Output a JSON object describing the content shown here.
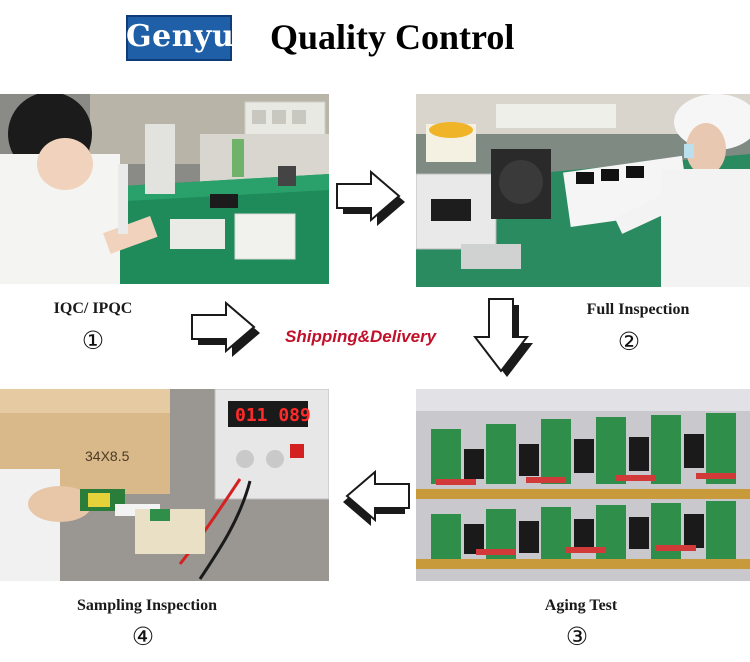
{
  "header": {
    "logo_text": "Genyu",
    "title": "Quality Control"
  },
  "steps": [
    {
      "label": "IQC/ IPQC",
      "number": "①"
    },
    {
      "label": "Full Inspection",
      "number": "②"
    },
    {
      "label": "Aging Test",
      "number": "③"
    },
    {
      "label": "Sampling Inspection",
      "number": "④"
    }
  ],
  "center": {
    "label": "Shipping&Delivery"
  },
  "photos": {
    "sampling_display": "011 089",
    "sampling_box_text": "34X8.5"
  },
  "colors": {
    "logo_blue": "#1f5fa8",
    "shipping_red": "#c0102a",
    "bench_green": "#1f8a5a",
    "pcb_green": "#2f8f4a"
  }
}
